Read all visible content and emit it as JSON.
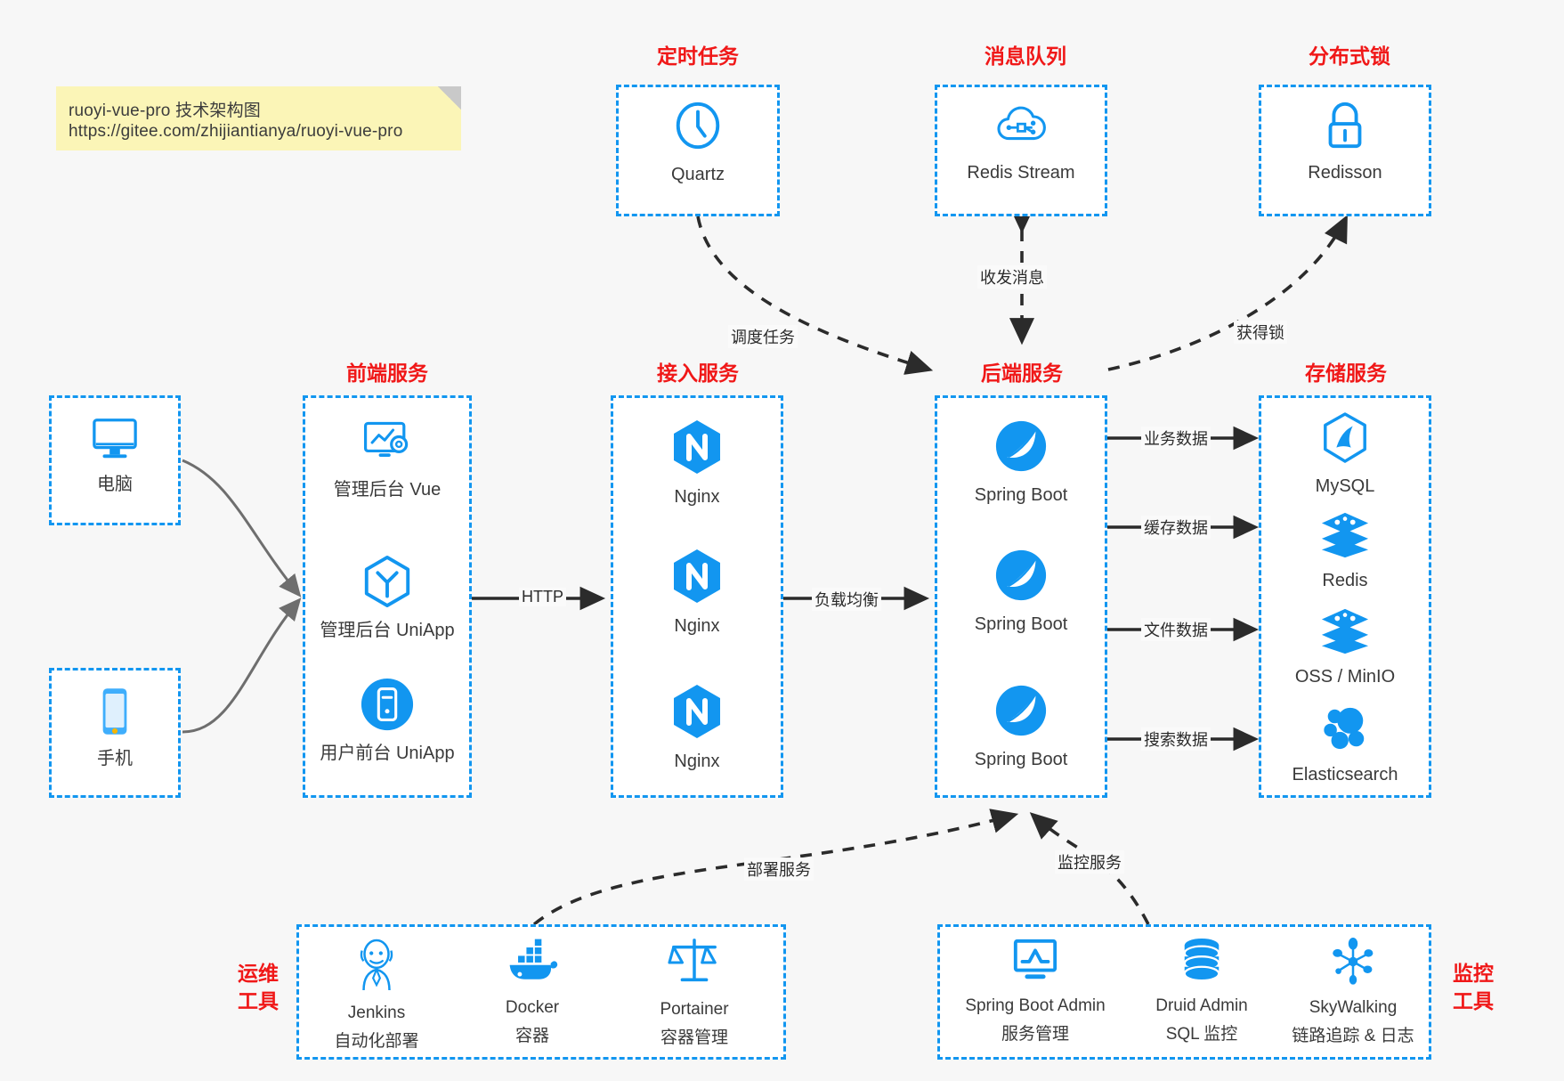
{
  "note": {
    "line1": "ruoyi-vue-pro 技术架构图",
    "line2": "https://gitee.com/zhijiantianya/ruoyi-vue-pro"
  },
  "colors": {
    "accent_blue": "#1296f0",
    "heading_red": "#f01818",
    "background": "#f7f7f7",
    "note_yellow": "#fbf5b7",
    "wire_dark": "#2b2b2b",
    "wire_gray": "#6e6e6e"
  },
  "groups": {
    "scheduled_task": "定时任务",
    "message_queue": "消息队列",
    "distributed_lock": "分布式锁",
    "frontend_service": "前端服务",
    "gateway_service": "接入服务",
    "backend_service": "后端服务",
    "storage_service": "存储服务",
    "devops_tools": "运维\n工具",
    "devops_tools_l1": "运维",
    "devops_tools_l2": "工具",
    "monitor_tools_l1": "监控",
    "monitor_tools_l2": "工具"
  },
  "clients": [
    {
      "label": "电脑",
      "icon": "desktop-computer-icon"
    },
    {
      "label": "手机",
      "icon": "mobile-phone-icon"
    }
  ],
  "frontend": [
    {
      "label": "管理后台 Vue",
      "icon": "admin-dashboard-icon"
    },
    {
      "label": "管理后台 UniApp",
      "icon": "uniapp-cube-icon"
    },
    {
      "label": "用户前台 UniApp",
      "icon": "mobile-app-icon"
    }
  ],
  "gateway": [
    {
      "label": "Nginx",
      "icon": "nginx-icon"
    },
    {
      "label": "Nginx",
      "icon": "nginx-icon"
    },
    {
      "label": "Nginx",
      "icon": "nginx-icon"
    }
  ],
  "backend": [
    {
      "label": "Spring Boot",
      "icon": "spring-boot-icon"
    },
    {
      "label": "Spring Boot",
      "icon": "spring-boot-icon"
    },
    {
      "label": "Spring Boot",
      "icon": "spring-boot-icon"
    }
  ],
  "storage": [
    {
      "label": "MySQL",
      "icon": "mysql-icon"
    },
    {
      "label": "Redis",
      "icon": "redis-icon"
    },
    {
      "label": "OSS / MinIO",
      "icon": "oss-minio-icon"
    },
    {
      "label": "Elasticsearch",
      "icon": "elasticsearch-icon"
    }
  ],
  "top_services": [
    {
      "label": "Quartz",
      "icon": "clock-icon",
      "group": "定时任务"
    },
    {
      "label": "Redis Stream",
      "icon": "cloud-stream-icon",
      "group": "消息队列"
    },
    {
      "label": "Redisson",
      "icon": "padlock-icon",
      "group": "分布式锁"
    }
  ],
  "devops": [
    {
      "name": "Jenkins",
      "desc": "自动化部署",
      "icon": "jenkins-butler-icon"
    },
    {
      "name": "Docker",
      "desc": "容器",
      "icon": "docker-whale-icon"
    },
    {
      "name": "Portainer",
      "desc": "容器管理",
      "icon": "portainer-scales-icon"
    }
  ],
  "monitor": [
    {
      "name": "Spring Boot Admin",
      "desc": "服务管理",
      "icon": "monitor-chart-icon"
    },
    {
      "name": "Druid Admin",
      "desc": "SQL 监控",
      "icon": "database-stack-icon"
    },
    {
      "name": "SkyWalking",
      "desc": "链路追踪 & 日志",
      "icon": "skywalking-nodes-icon"
    }
  ],
  "edges": {
    "http": "HTTP",
    "load_balance": "负载均衡",
    "schedule_task": "调度任务",
    "send_receive_message": "收发消息",
    "acquire_lock": "获得锁",
    "business_data": "业务数据",
    "cache_data": "缓存数据",
    "file_data": "文件数据",
    "search_data": "搜索数据",
    "deploy_service": "部署服务",
    "monitor_service": "监控服务"
  }
}
